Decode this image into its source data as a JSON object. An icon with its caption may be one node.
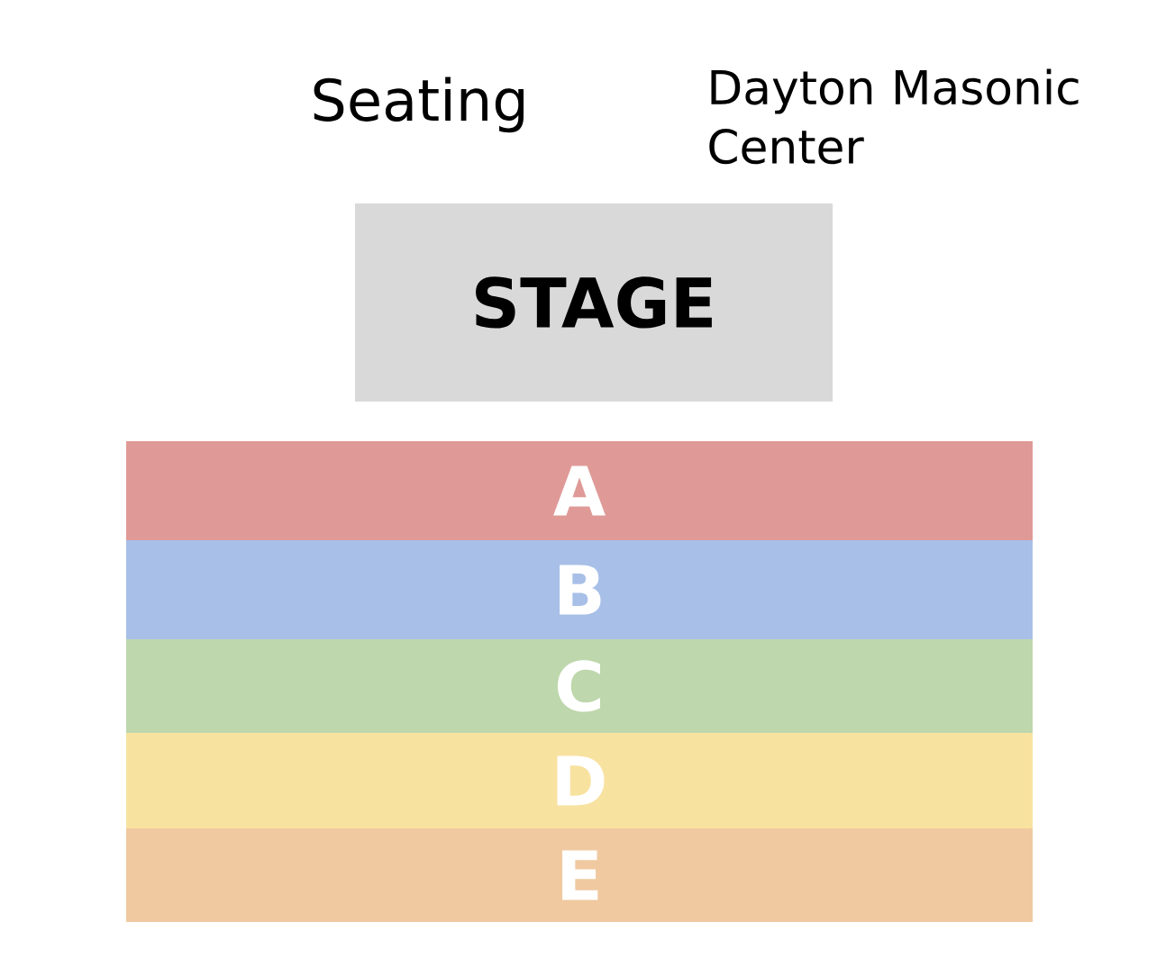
{
  "diagram": {
    "title": "Seating",
    "nodes": [
      {
        "text": [
          "STAGE"
        ]
      },
      {
        "text": [
          "A"
        ]
      },
      {
        "text": [
          "B"
        ]
      },
      {
        "text": [
          "C"
        ]
      },
      {
        "text": [
          "D"
        ]
      },
      {
        "text": [
          "E"
        ]
      }
    ],
    "labels": [
      "Dayton Masonic Center"
    ]
  }
}
